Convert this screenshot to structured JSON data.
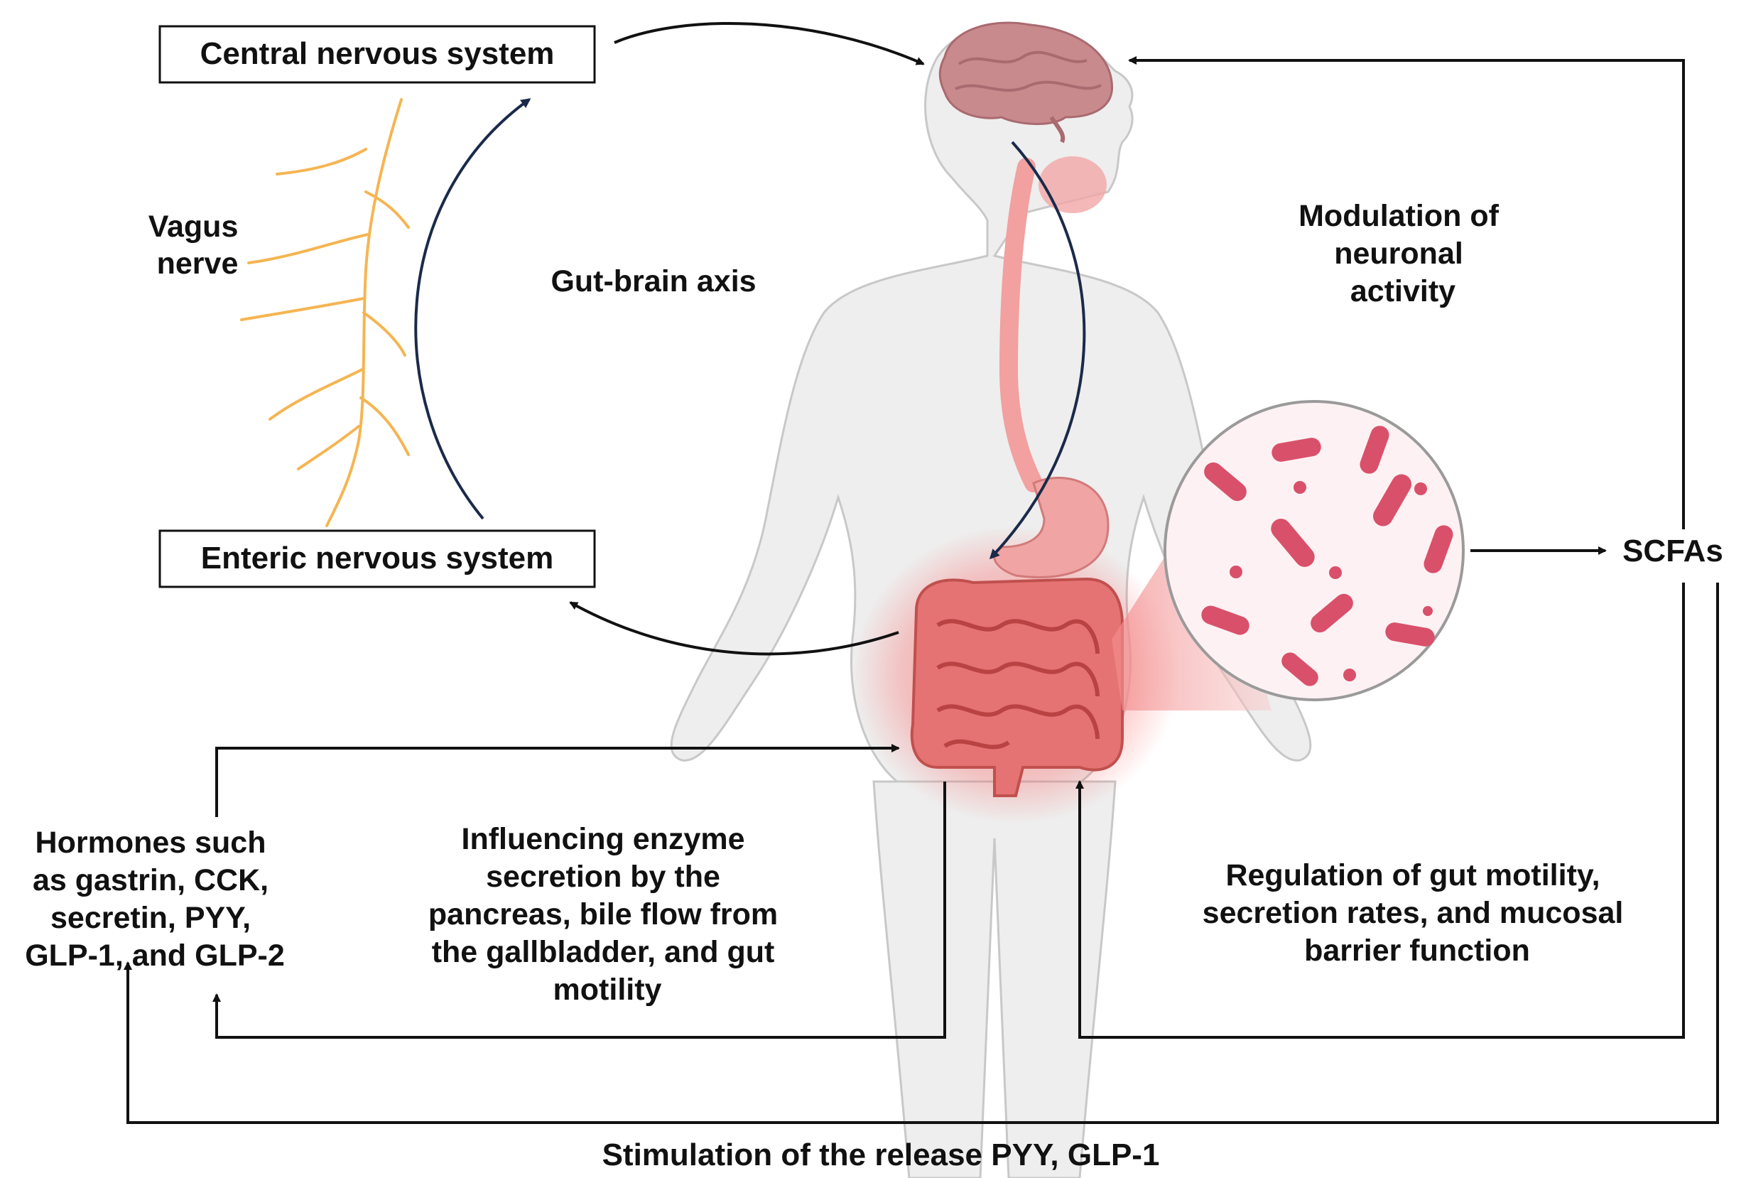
{
  "boxes": {
    "cns": "Central nervous system",
    "ens": "Enteric nervous system"
  },
  "labels": {
    "vagus": [
      "Vagus",
      "nerve"
    ],
    "gut_brain_axis": "Gut-brain axis",
    "modulation": [
      "Modulation of",
      "neuronal",
      "activity"
    ],
    "scfas": "SCFAs",
    "hormones": [
      "Hormones such",
      "as gastrin, CCK,",
      "secretin, PYY,",
      "GLP-1, and GLP-2"
    ],
    "enzyme": [
      "Influencing enzyme",
      "secretion by the",
      "pancreas, bile flow from",
      "the gallbladder, and gut",
      "motility"
    ],
    "regulation": [
      "Regulation of gut motility,",
      "secretion rates, and mucosal",
      "barrier function"
    ],
    "stimulation": "Stimulation of the release PYY, GLP-1"
  },
  "colors": {
    "nerve": "#f5b552",
    "arrow_dark": "#1a2a4a",
    "arrow_black": "#111111",
    "body_fill": "#eeeeee",
    "body_stroke": "#c8c8c8",
    "gut": "#e57373",
    "gut_glow": "#ff3b3b",
    "bacteria": "#d9506a",
    "brain": "#c98a8e"
  },
  "icons": [
    "brain-icon",
    "human-body-icon",
    "intestine-icon",
    "bacteria-magnifier-icon",
    "vagus-nerve-icon"
  ]
}
